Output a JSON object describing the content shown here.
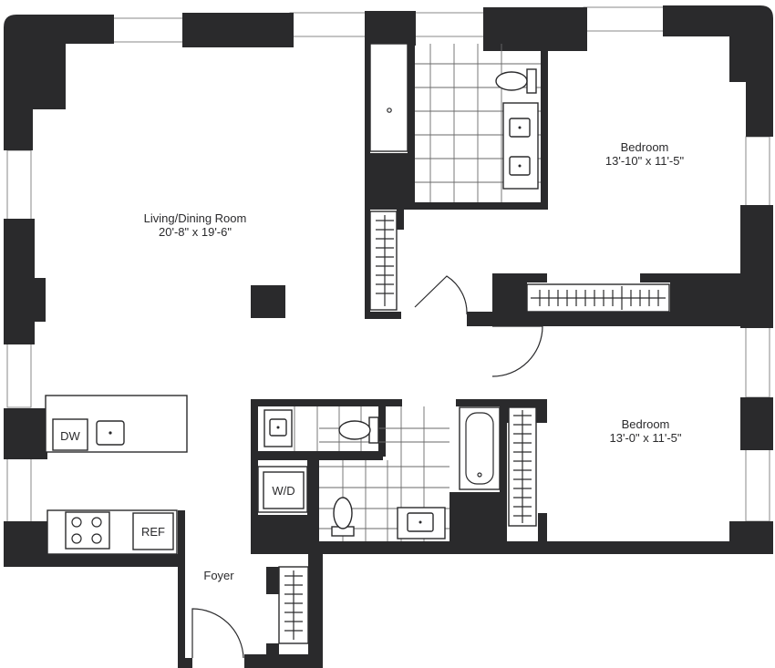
{
  "rooms": {
    "living": {
      "name": "Living/Dining Room",
      "dims": "20'-8\" x 19'-6\""
    },
    "bedroom1": {
      "name": "Bedroom",
      "dims": "13'-10\" x 11'-5\""
    },
    "bedroom2": {
      "name": "Bedroom",
      "dims": "13'-0\" x 11'-5\""
    },
    "foyer": {
      "name": "Foyer"
    }
  },
  "appliances": {
    "dishwasher": "DW",
    "washer_dryer": "W/D",
    "refrigerator": "REF"
  },
  "colors": {
    "wall": "#2a2a2c",
    "background": "#ffffff"
  }
}
